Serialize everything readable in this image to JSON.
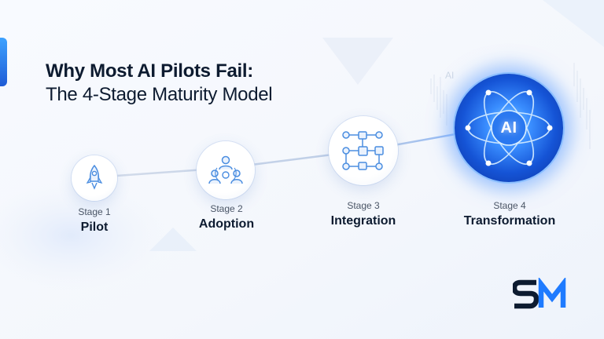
{
  "title": {
    "line1": "Why Most AI Pilots Fail:",
    "line2": "The 4-Stage Maturity Model"
  },
  "stages": [
    {
      "number": "Stage 1",
      "name": "Pilot",
      "icon": "rocket-icon"
    },
    {
      "number": "Stage 2",
      "name": "Adoption",
      "icon": "team-icon"
    },
    {
      "number": "Stage 3",
      "name": "Integration",
      "icon": "workflow-icon"
    },
    {
      "number": "Stage 4",
      "name": "Transformation",
      "icon": "ai-atom-icon"
    }
  ],
  "ai_orb": {
    "label": "AI"
  },
  "background_text": "AI",
  "logo": {
    "name": "sm-logo-icon"
  },
  "colors": {
    "accent": "#3a8eff",
    "accent_dark": "#1554d6",
    "title": "#0d1b30",
    "icon_stroke": "#4a8de0",
    "logo_dark": "#0d1b30",
    "logo_blue": "#1f7bff"
  }
}
